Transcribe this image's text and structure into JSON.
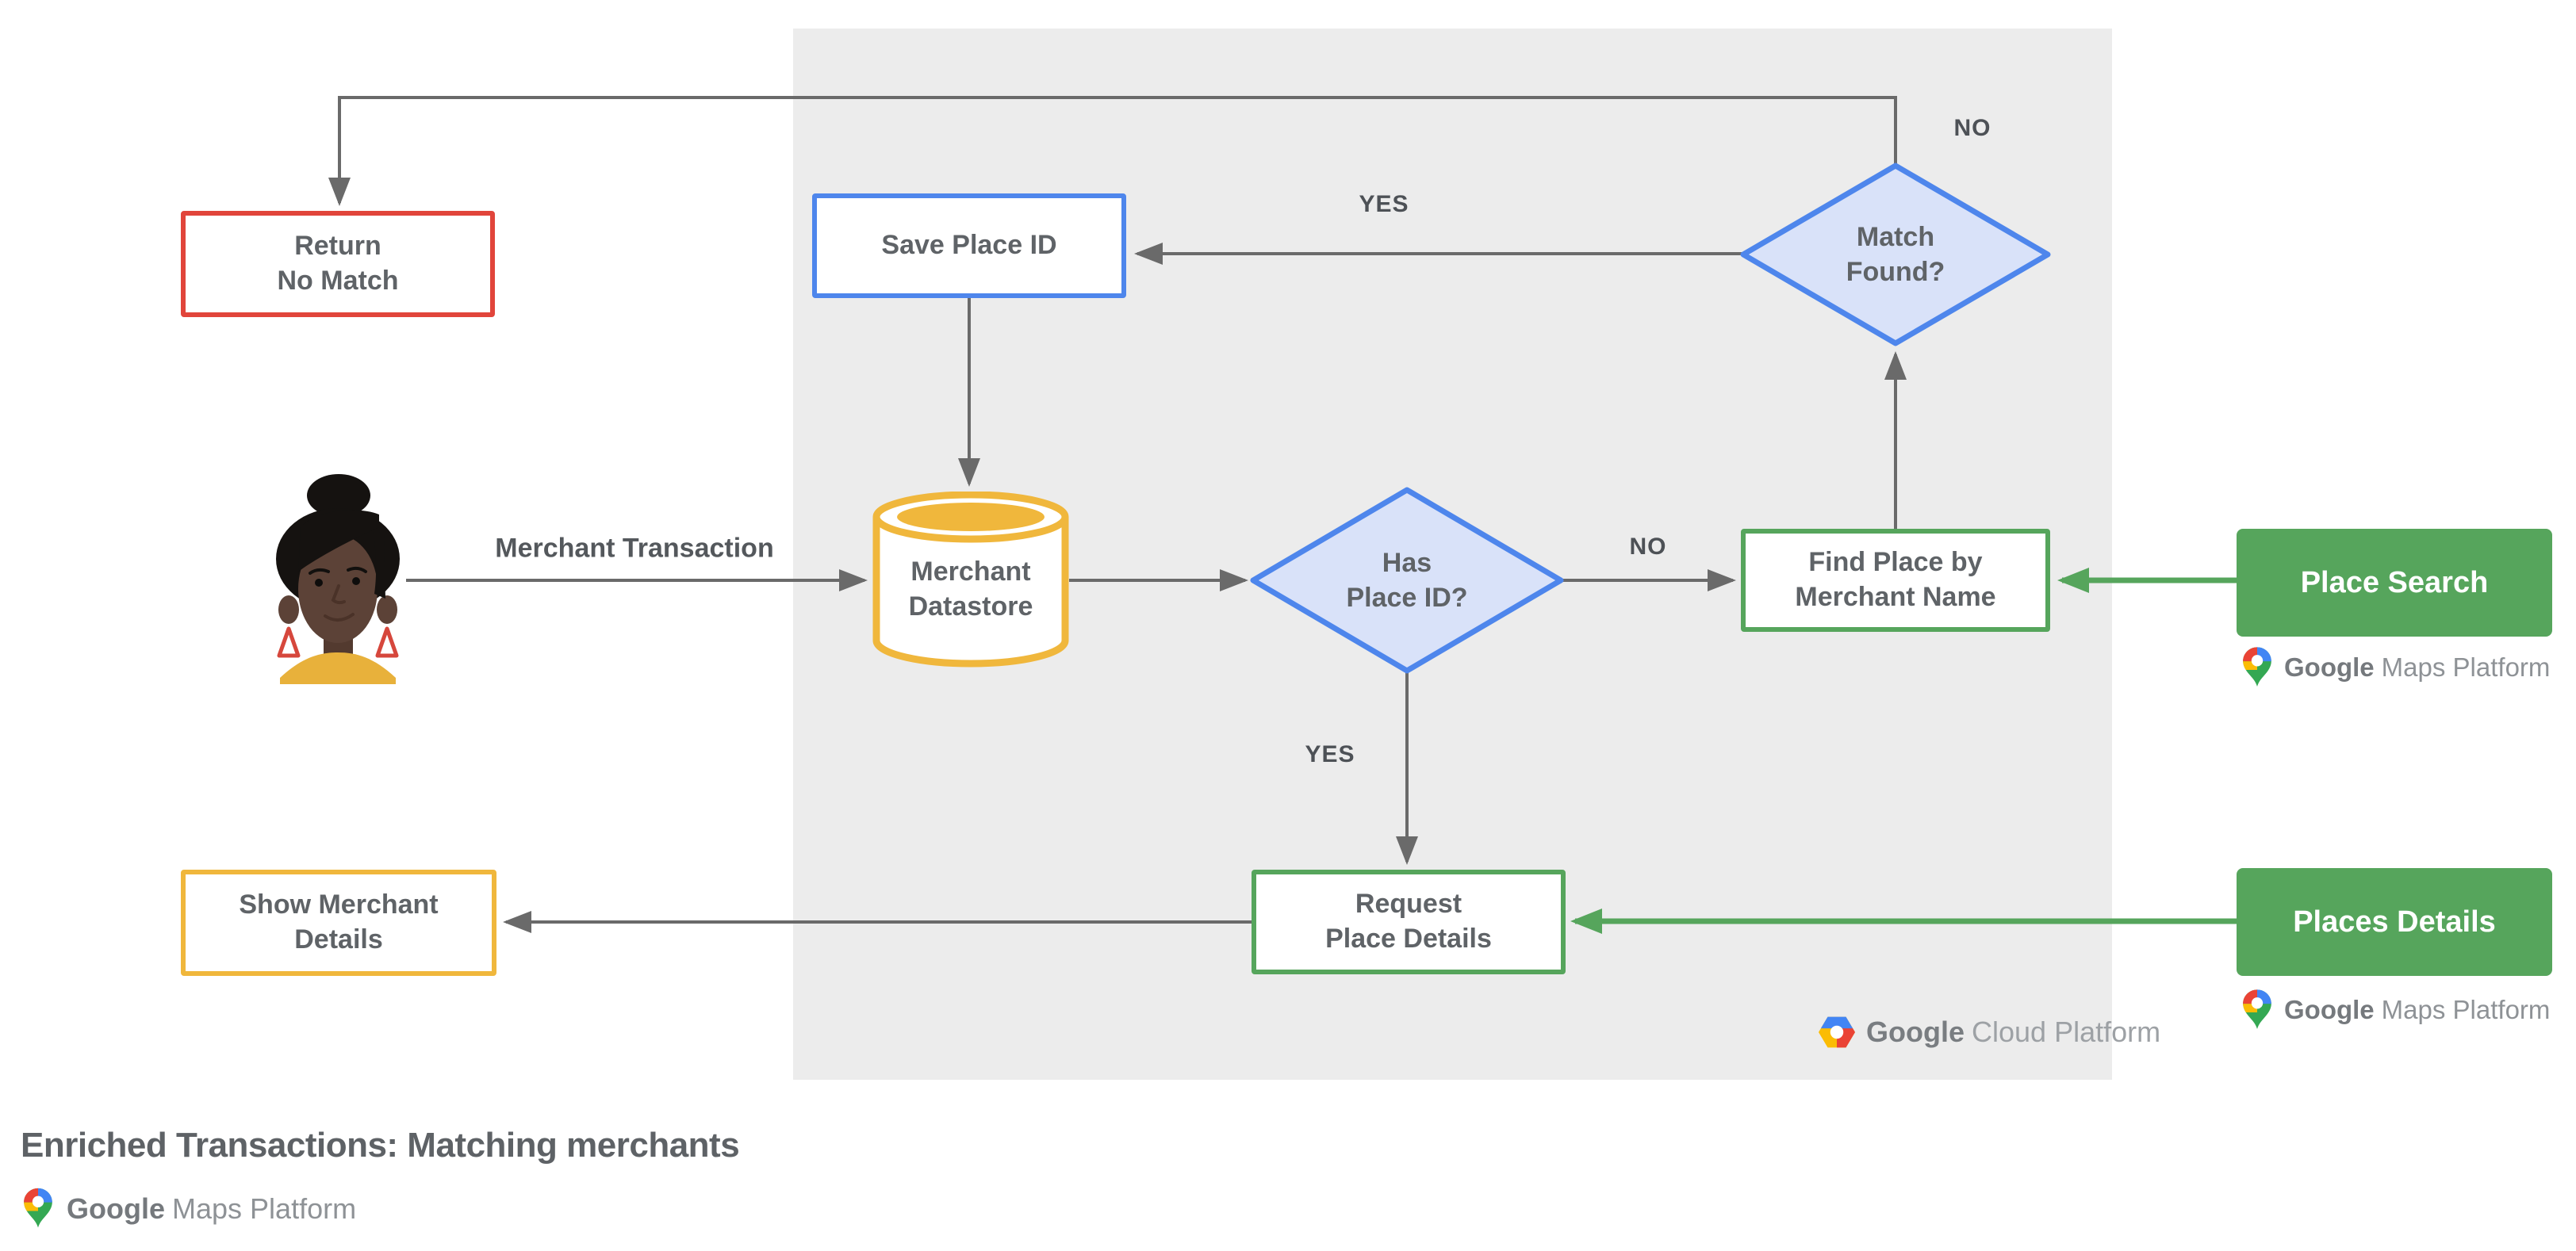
{
  "title": "Enriched Transactions: Matching merchants",
  "flow": {
    "nodes": {
      "return_no_match": "Return\nNo Match",
      "save_place_id": "Save Place ID",
      "match_found": "Match\nFound?",
      "merchant_datastore": "Merchant\nDatastore",
      "has_place_id": "Has\nPlace ID?",
      "find_place_by_merchant_name": "Find Place by\nMerchant Name",
      "place_search": "Place Search",
      "request_place_details": "Request\nPlace Details",
      "places_details": "Places Details",
      "show_merchant_details": "Show Merchant\nDetails"
    },
    "edge_labels": {
      "match_found_no": "NO",
      "match_found_yes": "YES",
      "has_place_id_no": "NO",
      "has_place_id_yes": "YES",
      "merchant_transaction": "Merchant Transaction"
    }
  },
  "branding": {
    "google_wordmark": "Google",
    "maps_platform": "Maps Platform",
    "cloud_platform": "Cloud Platform"
  },
  "icons": {
    "avatar": "person-avatar",
    "datastore": "database-cylinder-icon",
    "maps_pin": "google-maps-pin-icon",
    "gcp_hex": "google-cloud-hexagon-icon"
  },
  "colors": {
    "red": "#E1453B",
    "blue": "#4E86EC",
    "diamond_fill": "#D9E2F9",
    "green": "#56A55C",
    "gold": "#F0B73C",
    "panel": "#ECECEC",
    "arrow": "#6A6A6A",
    "text": "#5F6367"
  }
}
